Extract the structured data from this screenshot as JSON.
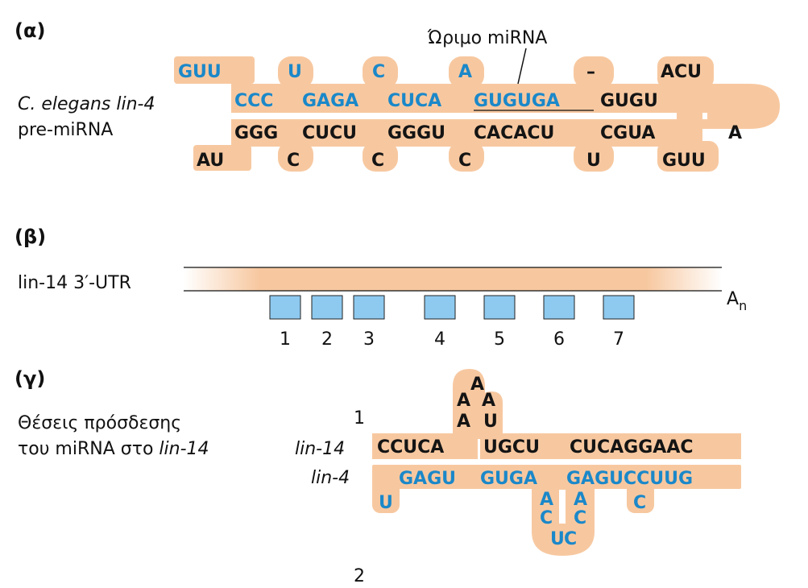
{
  "colors": {
    "rna_fill": "#f7c8a0",
    "mirna_blue": "#1b88c9",
    "site_box": "#8ec9ef",
    "text": "#141414"
  },
  "panel_a": {
    "label": "(α)",
    "mature_label": "Ώριμο miRNA",
    "name_italic": "C. elegans lin-4",
    "name_plain": "pre-miRNA",
    "top_loops": [
      "GUU",
      "U",
      "C",
      "A",
      "–",
      "ACU"
    ],
    "top_row": [
      "CCC",
      "GAGA",
      "CUCA",
      "GUGUGA",
      "GUGU"
    ],
    "bottom_row": [
      "GGG",
      "CUCU",
      "GGGU",
      "CACACU",
      "CGUA"
    ],
    "bottom_loops": [
      "AU",
      "C",
      "C",
      "C",
      "U",
      "GUU"
    ],
    "hairpin_nt": "A"
  },
  "panel_b": {
    "label": "(β)",
    "utr_label": "lin-14 3′-UTR",
    "polyA": "A",
    "polyA_sub": "n",
    "sites": [
      "1",
      "2",
      "3",
      "4",
      "5",
      "6",
      "7"
    ]
  },
  "panel_c": {
    "label": "(γ)",
    "caption_line1": "Θέσεις πρόσδεσης",
    "caption_line2_plain": "του miRNA στο ",
    "caption_line2_italic": "lin-14",
    "site1": "1",
    "site2": "2",
    "lin14_label": "lin-14",
    "lin4_label": "lin-4",
    "lin14_seq": [
      "CCUCA",
      "UGCU",
      "CUCAGGAAC"
    ],
    "lin14_bulge": [
      "A",
      "A",
      "A",
      "A",
      "U"
    ],
    "lin4_seq": [
      "GAGU",
      "GUGA",
      "GAGUCCUUG"
    ],
    "lin4_u": "U",
    "lin4_c": "C",
    "lin4_loop": [
      "A",
      "C",
      "U",
      "C",
      "C",
      "A"
    ]
  }
}
